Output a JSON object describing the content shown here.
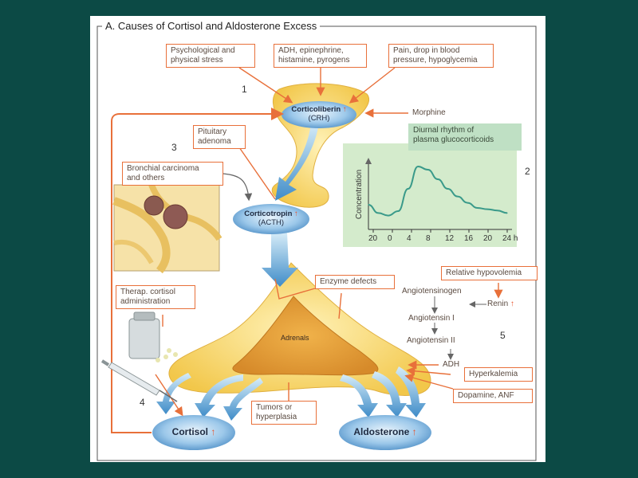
{
  "title": "A.  Causes of Cortisol and Aldosterone Excess",
  "stimuli": {
    "psych": "Psychological and\nphysical stress",
    "adh": "ADH, epinephrine,\nhistamine, pyrogens",
    "pain": "Pain, drop in blood\npressure, hypoglycemia",
    "morphine": "Morphine",
    "pituitary_adenoma": "Pituitary\nadenoma",
    "bronchial": "Bronchial carcinoma\nand others",
    "therap": "Therap. cortisol\nadministration",
    "enzyme": "Enzyme defects",
    "tumors": "Tumors or\nhyperplasia",
    "relative_hypovolemia": "Relative hypovolemia",
    "hyperkalemia": "Hyperkalemia",
    "dopamine": "Dopamine, ANF"
  },
  "hormones": {
    "crh_line1": "Corticoliberin",
    "crh_line2": "(CRH)",
    "acth_line1": "Corticotropin",
    "acth_line2": "(ACTH)",
    "cortisol": "Cortisol",
    "aldosterone": "Aldosterone",
    "up_arrow": "↑"
  },
  "organs": {
    "adrenals": "Adrenals"
  },
  "raas": {
    "angiotensinogen": "Angiotensinogen",
    "renin": "Renin",
    "angiotensin1": "Angiotensin I",
    "angiotensin2": "Angiotensin II",
    "adh": "ADH"
  },
  "numbers": {
    "n1": "1",
    "n2": "2",
    "n3": "3",
    "n4": "4",
    "n5": "5"
  },
  "inset_chart": {
    "title": "Diurnal rhythm of\nplasma glucocorticoids",
    "ylabel": "Concentration",
    "x_ticks": [
      "20",
      "0",
      "4",
      "8",
      "12",
      "16",
      "20",
      "24 h"
    ]
  },
  "chart_data": {
    "type": "line",
    "title": "Diurnal rhythm of plasma glucocorticoids",
    "xlabel": "",
    "ylabel": "Concentration",
    "x_ticks": [
      "20",
      "0",
      "4",
      "8",
      "12",
      "16",
      "20",
      "24 h"
    ],
    "series": [
      {
        "x": [
          20,
          22,
          24,
          26,
          28,
          30,
          32,
          34,
          36,
          38,
          40,
          42,
          44,
          46,
          48
        ],
        "values": [
          0.35,
          0.22,
          0.18,
          0.25,
          0.6,
          0.95,
          0.9,
          0.75,
          0.6,
          0.48,
          0.38,
          0.3,
          0.28,
          0.26,
          0.22
        ]
      }
    ],
    "xlim": [
      20,
      48
    ],
    "ylim": [
      0,
      1
    ],
    "grid": false,
    "colors": {
      "line": "#3a9a8a",
      "background": "#d4ebcc"
    }
  },
  "colors": {
    "background": "#0c4a45",
    "panel": "#ffffff",
    "arrow_orange": "#e8703a",
    "hormone_blue": "#6aa8d8",
    "gland_yellow": "#f7d66a",
    "cortex_orange": "#e8a23a"
  }
}
